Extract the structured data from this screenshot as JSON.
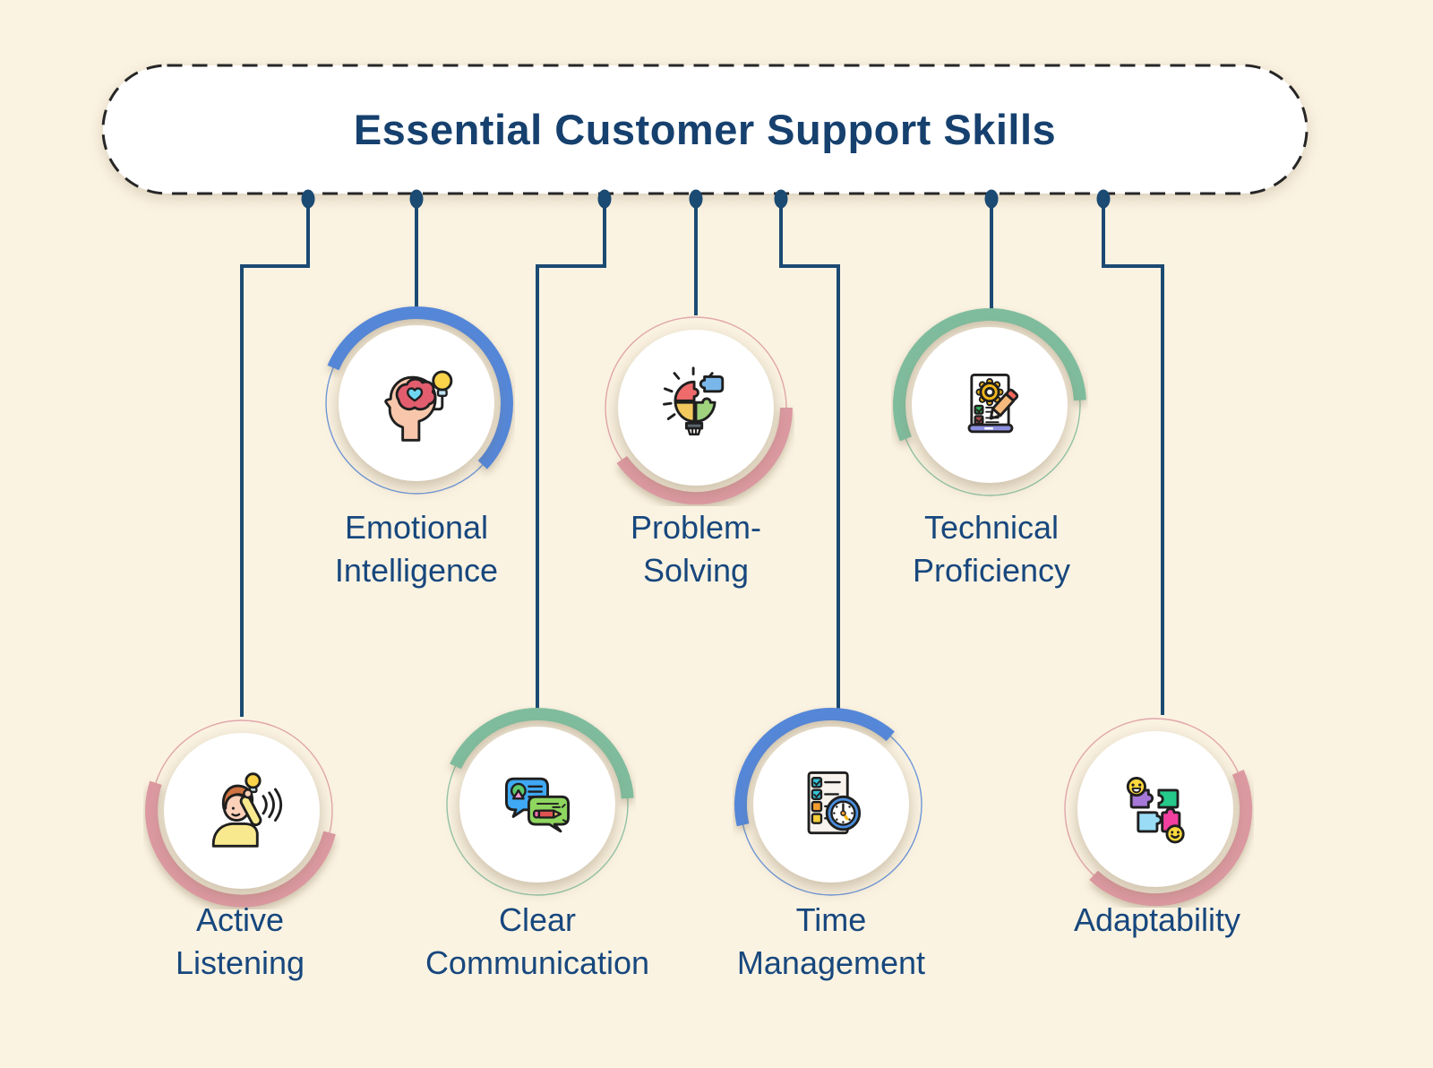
{
  "title": "Essential Customer Support Skills",
  "background_color": "#fbf3e2",
  "title_box": {
    "fill": "#ffffff",
    "border_color": "#262626",
    "text_color": "#16406e",
    "border_style": "dashed"
  },
  "connector": {
    "color": "#1b4a73"
  },
  "label_color": "#17477d",
  "skills": [
    {
      "label": "Emotional\nIntelligence",
      "color": "#5587d8",
      "icon": "head-brain-heart-lightbulb-icon"
    },
    {
      "label": "Problem-\nSolving",
      "color": "#dc99a1",
      "icon": "puzzle-lightbulb-icon"
    },
    {
      "label": "Technical\nProficiency",
      "color": "#7fbc9d",
      "icon": "document-gear-pencil-icon"
    },
    {
      "label": "Active\nListening",
      "color": "#dc99a1",
      "icon": "person-listening-icon"
    },
    {
      "label": "Clear\nCommunication",
      "color": "#7fbc9d",
      "icon": "chat-bubbles-icon"
    },
    {
      "label": "Time\nManagement",
      "color": "#5587d8",
      "icon": "checklist-clock-icon"
    },
    {
      "label": "Adaptability",
      "color": "#dc99a1",
      "icon": "puzzle-smileys-icon"
    }
  ]
}
